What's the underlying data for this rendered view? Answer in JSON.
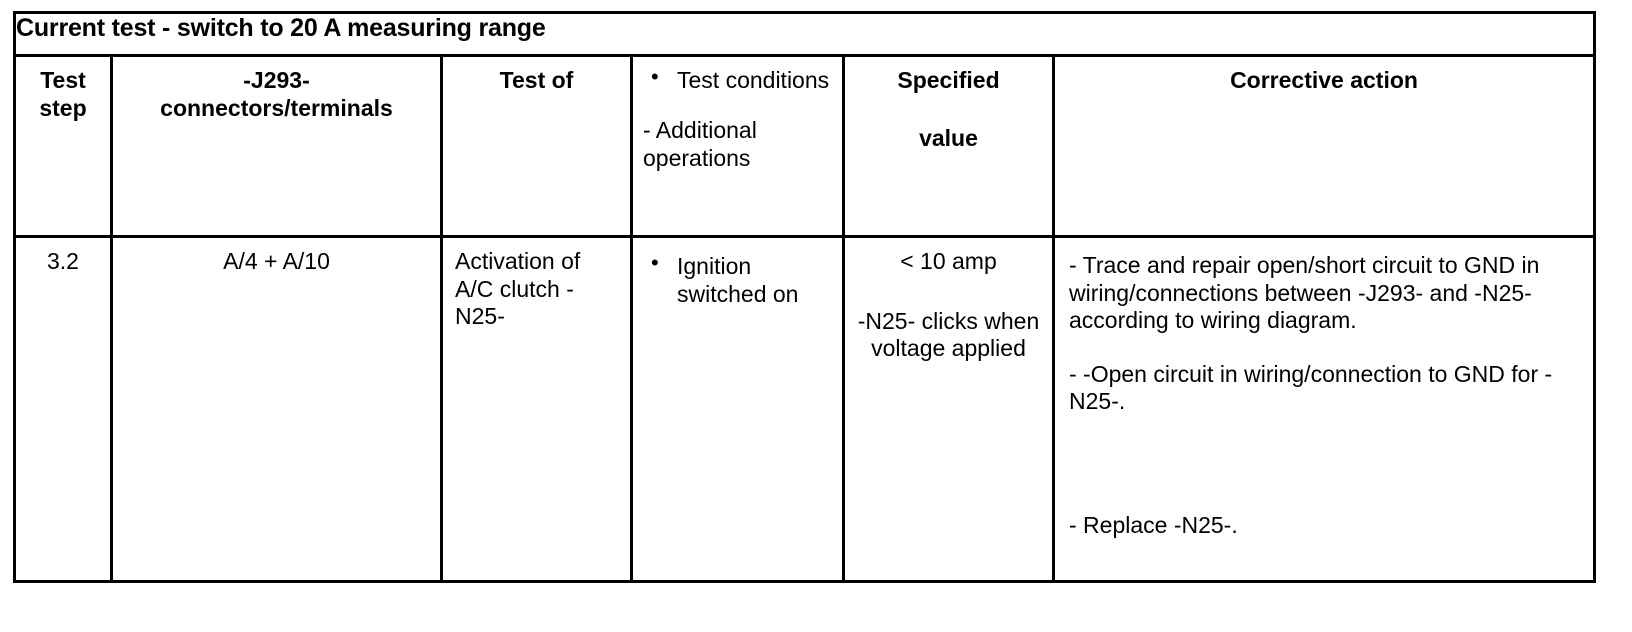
{
  "table": {
    "title": "Current test - switch to 20 A measuring range",
    "headers": {
      "test_step": "Test\nstep",
      "test_step_line1": "Test",
      "test_step_line2": "step",
      "connectors": "-J293-\nconnectors/terminals",
      "connectors_line1": "-J293-",
      "connectors_line2": "connectors/terminals",
      "test_of": "Test of",
      "conditions_bullet": "Test conditions",
      "conditions_dash": "- Additional operations",
      "specified_line1": "Specified",
      "specified_line2": "value",
      "corrective_action": "Corrective action"
    },
    "rows": [
      {
        "test_step": "3.2",
        "connectors": "A/4 + A/10",
        "test_of": "Activation of A/C clutch -N25-",
        "test_conditions": "Ignition switched on",
        "specified_value_1": "< 10 amp",
        "specified_value_2": "-N25- clicks when voltage applied",
        "corrective_actions": [
          "- Trace and repair open/short circuit to GND in wiring/connections between -J293- and -N25- according to wiring diagram.",
          "- -Open circuit in wiring/connection to GND for -N25-.",
          "- Replace -N25-."
        ]
      }
    ]
  },
  "colors": {
    "border": "#000000",
    "text": "#000000",
    "background": "#ffffff"
  }
}
